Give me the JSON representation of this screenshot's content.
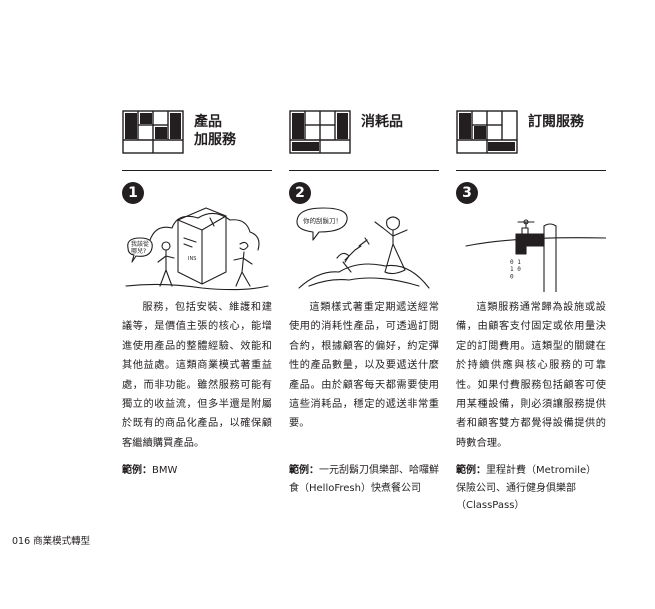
{
  "columns": [
    {
      "number": "1",
      "title": "產品\n加服務",
      "illustration": {
        "speech": "我該從\n哪兒?",
        "box_tag": "INS"
      },
      "body": "服務，包括安裝、維護和建議等，是價值主張的核心，能增進使用產品的整體經驗、效能和其他益處。這類商業模式著重益處，而非功能。雖然服務可能有獨立的收益流，但多半還是附屬於既有的商品化產品，以確保顧客繼續購買產品。",
      "example_label": "範例：",
      "example_text": "BMW"
    },
    {
      "number": "2",
      "title": "消耗品",
      "illustration": {
        "speech": "你的刮鬍刀！"
      },
      "body": "這類樣式著重定期遞送經常使用的消耗性產品，可透過訂閱合約，根據顧客的偏好，約定彈性的產品數量，以及要遞送什麼產品。由於顧客每天都需要使用這些消耗品，穩定的遞送非常重要。",
      "example_label": "範例：",
      "example_text": "一元刮鬍刀俱樂部、哈囉鮮食（HelloFresh）快煮餐公司"
    },
    {
      "number": "3",
      "title": "訂閱服務",
      "illustration": {
        "digits": "0 1\n1 0\n0"
      },
      "body": "這類服務通常歸為設施或設備，由顧客支付固定或依用量決定的訂閱費用。這類型的關鍵在於持續供應與核心服務的可靠性。如果付費服務包括顧客可使用某種設備，則必須讓服務提供者和顧客雙方都覺得設備提供的時數合理。",
      "example_label": "範例：",
      "example_text": "里程計費（Metromile）保險公司、通行健身俱樂部（ClassPass）"
    }
  ],
  "footer": {
    "page_number": "016",
    "section": "商業模式轉型"
  }
}
